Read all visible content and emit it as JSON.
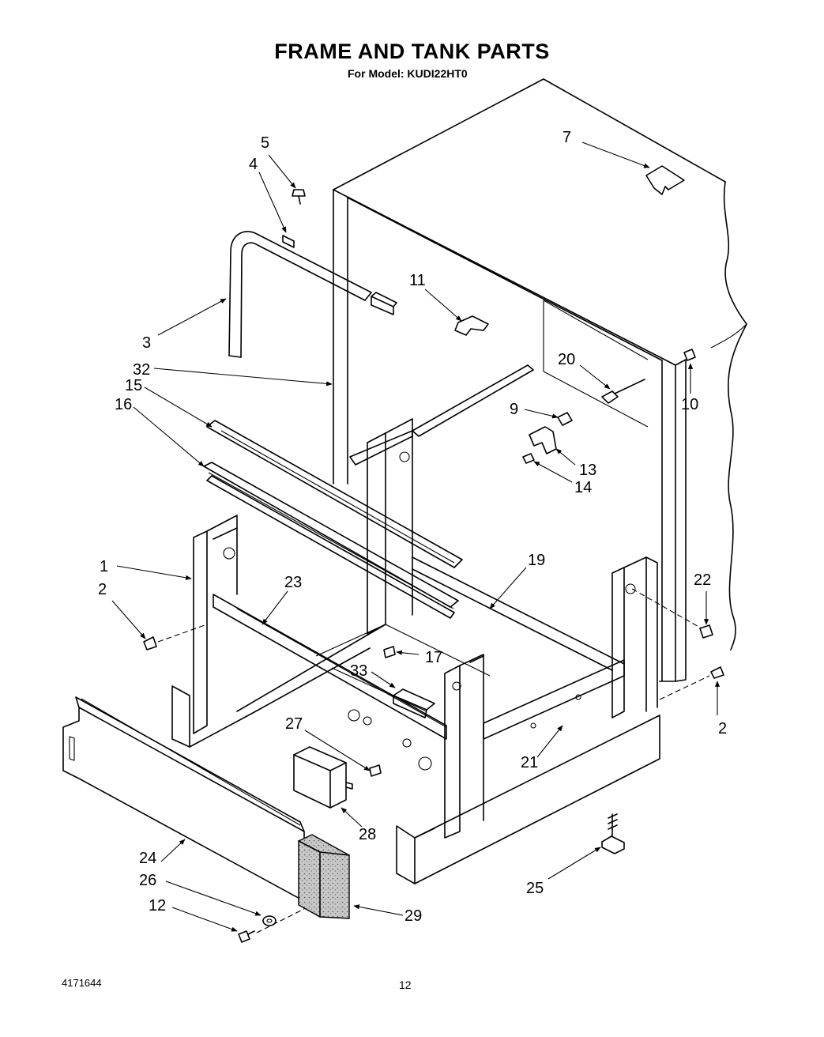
{
  "header": {
    "title": "FRAME AND TANK PARTS",
    "subtitle": "For Model: KUDI22HT0"
  },
  "footer": {
    "doc_number": "4171644",
    "page_number": "12"
  },
  "callouts": [
    {
      "id": "c1",
      "label": "1"
    },
    {
      "id": "c2a",
      "label": "2"
    },
    {
      "id": "c2b",
      "label": "2"
    },
    {
      "id": "c3",
      "label": "3"
    },
    {
      "id": "c4",
      "label": "4"
    },
    {
      "id": "c5",
      "label": "5"
    },
    {
      "id": "c7",
      "label": "7"
    },
    {
      "id": "c9",
      "label": "9"
    },
    {
      "id": "c10",
      "label": "10"
    },
    {
      "id": "c11",
      "label": "11"
    },
    {
      "id": "c12",
      "label": "12"
    },
    {
      "id": "c13",
      "label": "13"
    },
    {
      "id": "c14",
      "label": "14"
    },
    {
      "id": "c15",
      "label": "15"
    },
    {
      "id": "c16",
      "label": "16"
    },
    {
      "id": "c17",
      "label": "17"
    },
    {
      "id": "c19",
      "label": "19"
    },
    {
      "id": "c20",
      "label": "20"
    },
    {
      "id": "c21",
      "label": "21"
    },
    {
      "id": "c22",
      "label": "22"
    },
    {
      "id": "c23",
      "label": "23"
    },
    {
      "id": "c24",
      "label": "24"
    },
    {
      "id": "c25",
      "label": "25"
    },
    {
      "id": "c26",
      "label": "26"
    },
    {
      "id": "c27",
      "label": "27"
    },
    {
      "id": "c28",
      "label": "28"
    },
    {
      "id": "c29",
      "label": "29"
    },
    {
      "id": "c32",
      "label": "32"
    },
    {
      "id": "c33",
      "label": "33"
    }
  ]
}
